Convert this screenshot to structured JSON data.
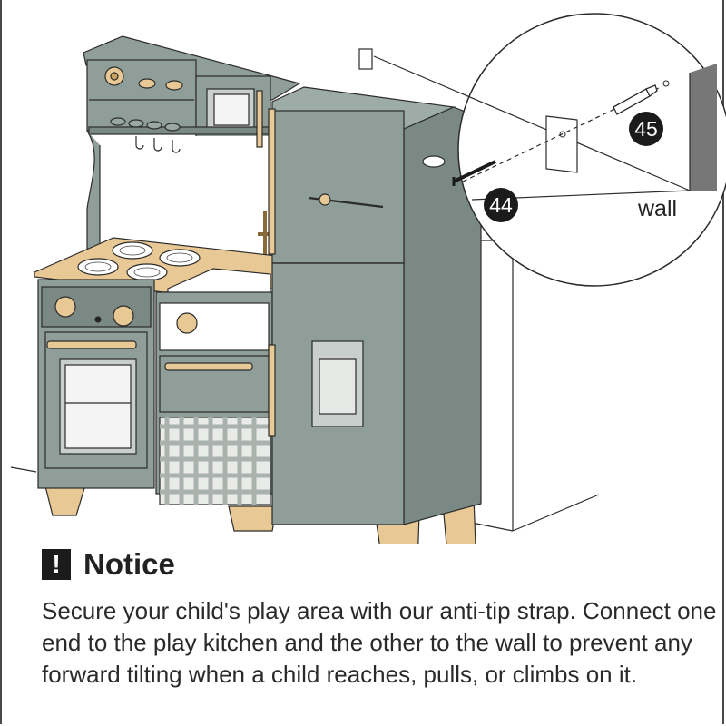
{
  "illustration": {
    "part_44_label": "44",
    "part_45_label": "45",
    "wall_label": "wall"
  },
  "notice": {
    "badge": "!",
    "title": "Notice",
    "body": "Secure your child's play area with our anti-tip strap. Connect one end to the play kitchen and the other to the wall to prevent any forward tilting when a child reaches, pulls, or climbs on it."
  },
  "colors": {
    "cabinet_green": "#8f9e98",
    "cabinet_dark": "#7a8984",
    "wood": "#e8c894",
    "outline": "#2b2b2b",
    "gingham": "#d9ddd9"
  }
}
